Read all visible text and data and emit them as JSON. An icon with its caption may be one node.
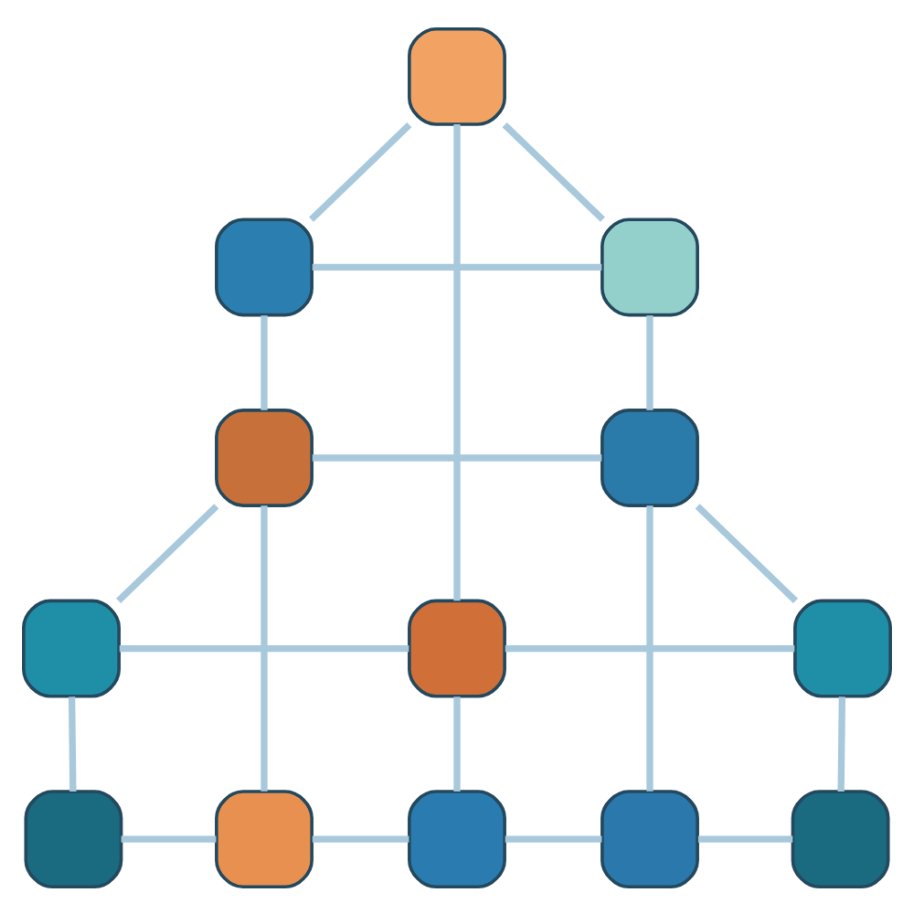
{
  "diagram": {
    "nodes": [
      {
        "text": [],
        "shape": "box"
      },
      {
        "text": [],
        "shape": "box"
      },
      {
        "text": [],
        "shape": "box"
      },
      {
        "text": [],
        "shape": "box"
      },
      {
        "text": [],
        "shape": "box"
      },
      {
        "text": [],
        "shape": "box"
      },
      {
        "text": [],
        "shape": "box"
      },
      {
        "text": [],
        "shape": "box"
      },
      {
        "text": [],
        "shape": "box"
      },
      {
        "text": [],
        "shape": "box"
      },
      {
        "text": [],
        "shape": "box"
      },
      {
        "text": [],
        "shape": "box"
      },
      {
        "text": [],
        "shape": "box"
      }
    ],
    "edges": [
      {
        "from": 0,
        "to": 1,
        "arrow": "none"
      },
      {
        "from": 0,
        "to": 2,
        "arrow": "none"
      },
      {
        "from": 1,
        "to": 2,
        "arrow": "none"
      },
      {
        "from": 0,
        "to": 6,
        "arrow": "none"
      },
      {
        "from": 1,
        "to": 3,
        "arrow": "none"
      },
      {
        "from": 2,
        "to": 4,
        "arrow": "none"
      },
      {
        "from": 3,
        "to": 4,
        "arrow": "none"
      },
      {
        "from": 3,
        "to": 5,
        "arrow": "none"
      },
      {
        "from": 4,
        "to": 7,
        "arrow": "none"
      },
      {
        "from": 5,
        "to": 6,
        "arrow": "none"
      },
      {
        "from": 6,
        "to": 7,
        "arrow": "none"
      },
      {
        "from": 5,
        "to": 8,
        "arrow": "none"
      },
      {
        "from": 3,
        "to": 9,
        "arrow": "none"
      },
      {
        "from": 6,
        "to": 10,
        "arrow": "none"
      },
      {
        "from": 4,
        "to": 11,
        "arrow": "none"
      },
      {
        "from": 7,
        "to": 12,
        "arrow": "none"
      },
      {
        "from": 8,
        "to": 9,
        "arrow": "none"
      },
      {
        "from": 9,
        "to": 10,
        "arrow": "none"
      },
      {
        "from": 10,
        "to": 11,
        "arrow": "none"
      },
      {
        "from": 11,
        "to": 12,
        "arrow": "none"
      }
    ]
  }
}
